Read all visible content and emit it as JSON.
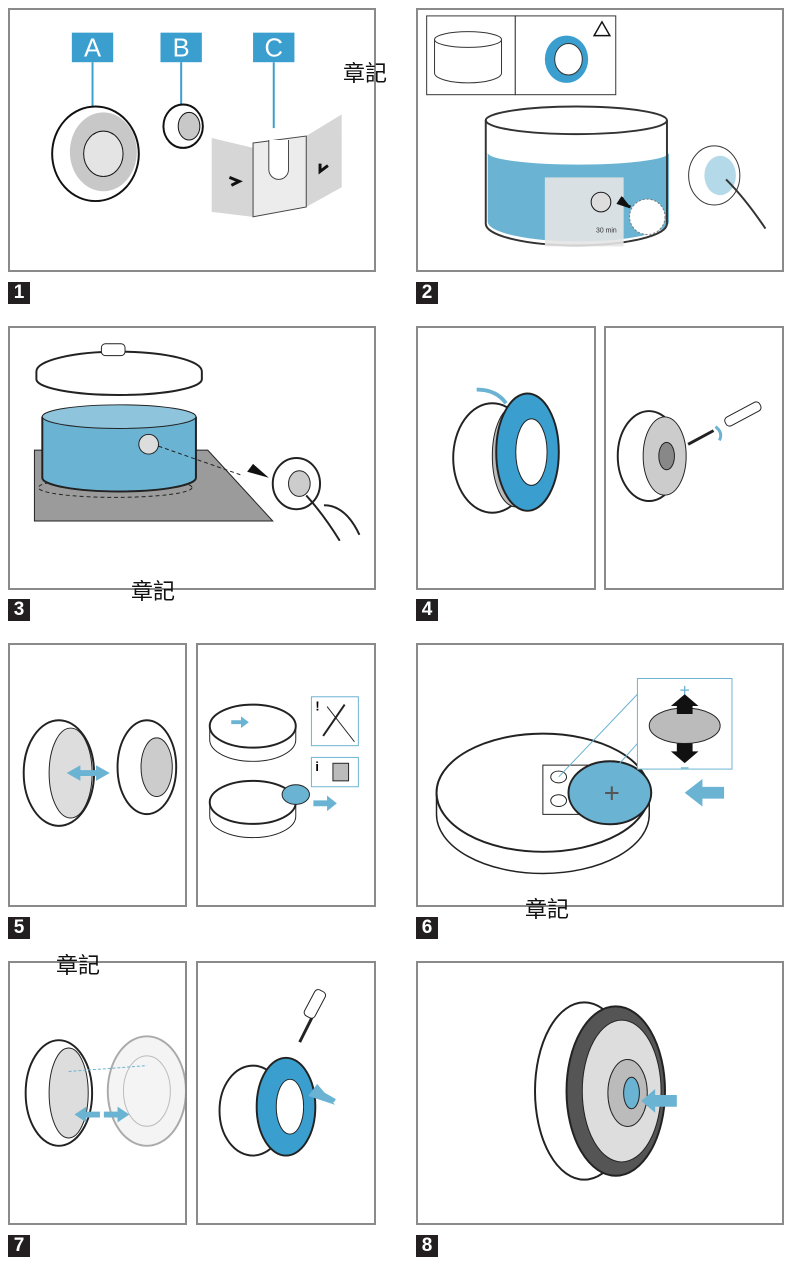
{
  "steps": [
    {
      "number": "1",
      "callouts": [
        "A",
        "B",
        "C"
      ]
    },
    {
      "number": "2",
      "scale_label": "30 min",
      "warning_icon": "warning-triangle"
    },
    {
      "number": "3"
    },
    {
      "number": "4"
    },
    {
      "number": "5",
      "info_icons": [
        "!",
        "i"
      ]
    },
    {
      "number": "6",
      "polarity": {
        "plus": "+",
        "minus": "−"
      }
    },
    {
      "number": "7"
    },
    {
      "number": "8"
    }
  ],
  "annotations": [
    "章記",
    "章記",
    "章記",
    "章記"
  ],
  "colors": {
    "accent": "#3a9fcf",
    "frame": "#8a8a8a",
    "badge": "#231f20",
    "water": "#6ab3d2"
  }
}
